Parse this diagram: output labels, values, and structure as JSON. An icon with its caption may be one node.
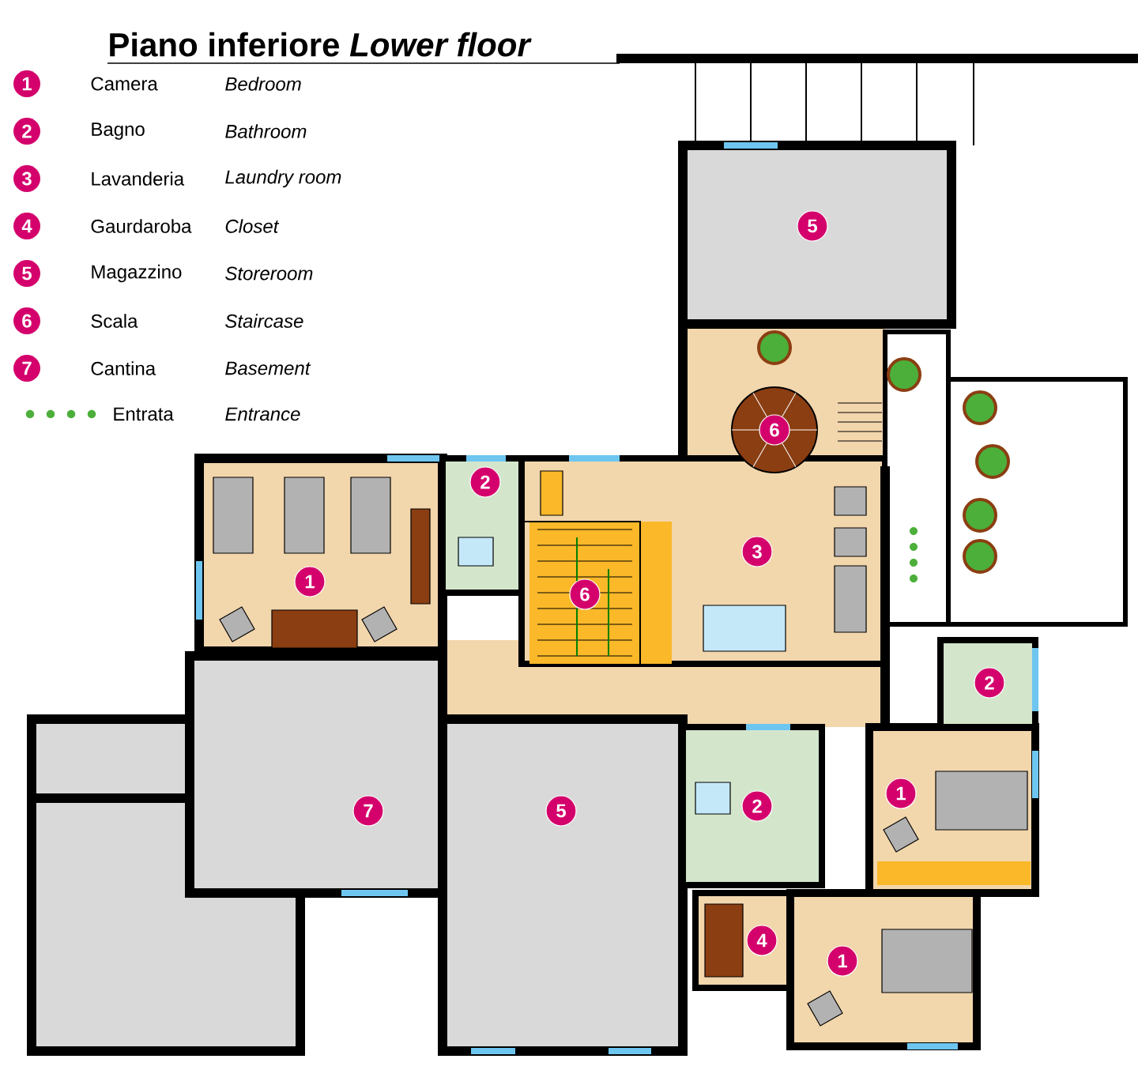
{
  "diagram": {
    "title": "Piano inferiore  *Lower floor*",
    "labels": [
      "1",
      "Camera",
      "Bedroom",
      "2",
      "Bagno",
      "Bathroom",
      "3",
      "Lavanderia",
      "Laundry room",
      "4",
      "Gaurdaroba",
      "Closet",
      "5",
      "Magazzino",
      "Storeroom",
      "6",
      "Scala",
      "Staircase",
      "7",
      "Cantina",
      "Basement",
      "Entrata",
      "Entrance",
      "5",
      "6",
      "2",
      "3",
      "1",
      "6",
      "2",
      "7",
      "5",
      "2",
      "1",
      "4",
      "1"
    ]
  }
}
